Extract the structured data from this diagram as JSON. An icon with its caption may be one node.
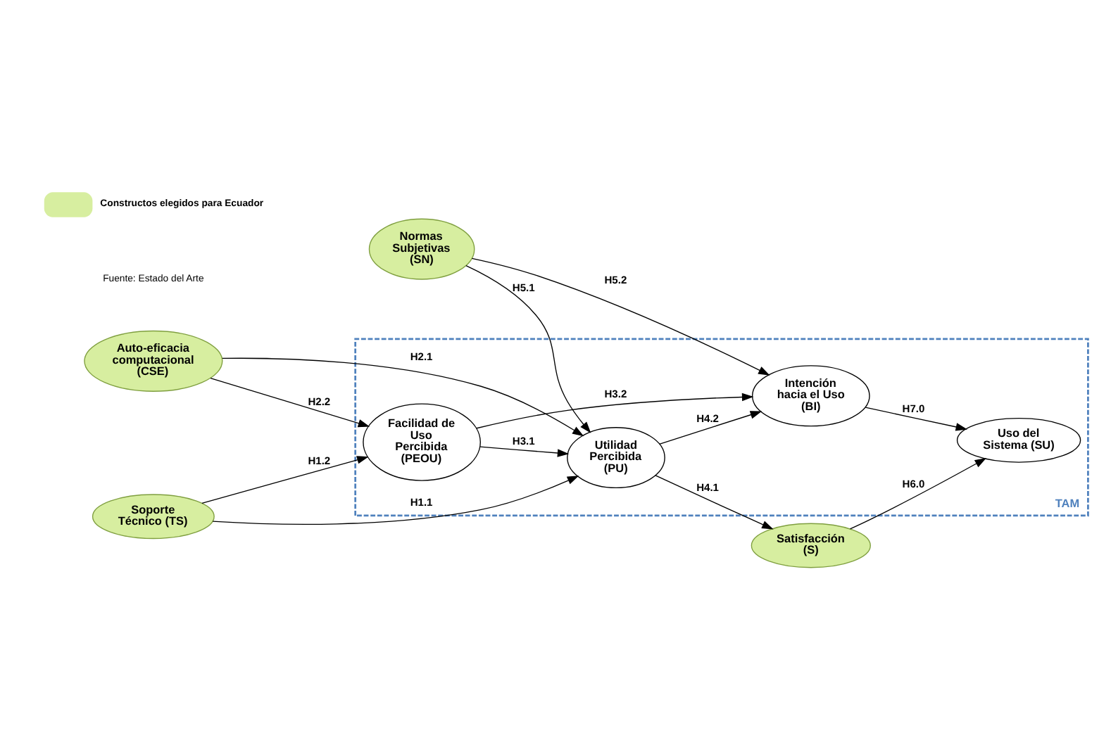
{
  "diagram": {
    "nodes": [
      {
        "text": [
          "TAM"
        ]
      },
      {
        "text": [
          "Satisfacción (S)"
        ]
      },
      {
        "text": [
          "Soporte Técnico (TS)"
        ]
      },
      {
        "text": [
          "Utilidad Percibida (PU)"
        ],
        "in": 0
      },
      {
        "text": [
          "Intención hacia el Uso (BI)"
        ],
        "in": 0
      },
      {
        "text": [
          "Uso del Sistema (SU)"
        ],
        "in": 0
      },
      {
        "text": [
          "Auto-eficacia computacional (CSE)"
        ]
      },
      {
        "text": [
          "Facilidad de Uso Percibida (PEOU)"
        ],
        "in": 0
      },
      {
        "text": [
          "Normas Subjetivas (SN)"
        ]
      }
    ],
    "edges": [
      {
        "from": 2,
        "to": 3,
        "arrow": "to",
        "label": "H1.1"
      },
      {
        "from": 2,
        "to": 7,
        "arrow": "to",
        "label": "H1.2"
      },
      {
        "from": 6,
        "to": 3,
        "arrow": "to",
        "label": "H2.1"
      },
      {
        "from": 6,
        "to": 7,
        "arrow": "to",
        "label": "H2.2"
      },
      {
        "from": 7,
        "to": 3,
        "arrow": "to",
        "label": "H3.1"
      },
      {
        "from": 7,
        "to": 4,
        "arrow": "to",
        "label": "H3.2"
      },
      {
        "from": 3,
        "to": 1,
        "arrow": "to",
        "label": "H4.1"
      },
      {
        "from": 3,
        "to": 4,
        "arrow": "to",
        "label": "H4.2"
      },
      {
        "from": 8,
        "to": 3,
        "arrow": "to",
        "label": "H5.1"
      },
      {
        "from": 8,
        "to": 4,
        "arrow": "to",
        "label": "H5.2"
      },
      {
        "from": 1,
        "to": 5,
        "arrow": "to",
        "label": "H6.0"
      },
      {
        "from": 4,
        "to": 5,
        "arrow": "to",
        "label": "H7.0"
      }
    ],
    "labels": [
      "Fuente: Estado del Arte"
    ],
    "legend": [
      {
        "text": "Constructos elegidos para Ecuador",
        "color": "#d7eea0"
      }
    ]
  }
}
